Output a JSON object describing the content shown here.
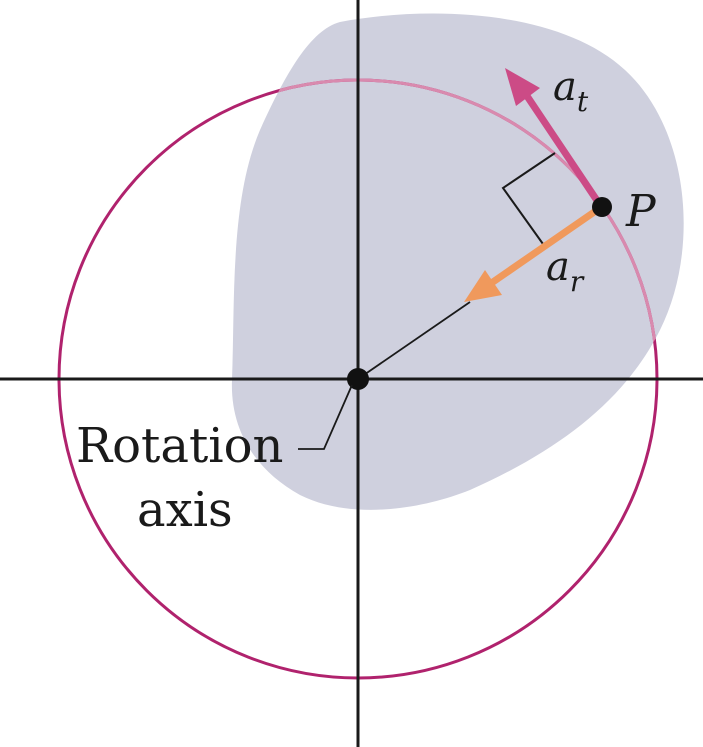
{
  "labels": {
    "tangential_base": "a",
    "tangential_sub": "t",
    "radial_base": "a",
    "radial_sub": "r",
    "point": "P",
    "axis_line1": "Rotation",
    "axis_line2": "axis"
  },
  "colors": {
    "background": "#ffffff",
    "body_fill": "#cfd0de",
    "circle": "#b0226d",
    "circle_over_body": "#d98aae",
    "tangential_arrow": "#cc4b86",
    "radial_arrow": "#f0995c",
    "axes": "#1a1a1a",
    "point": "#111111"
  }
}
